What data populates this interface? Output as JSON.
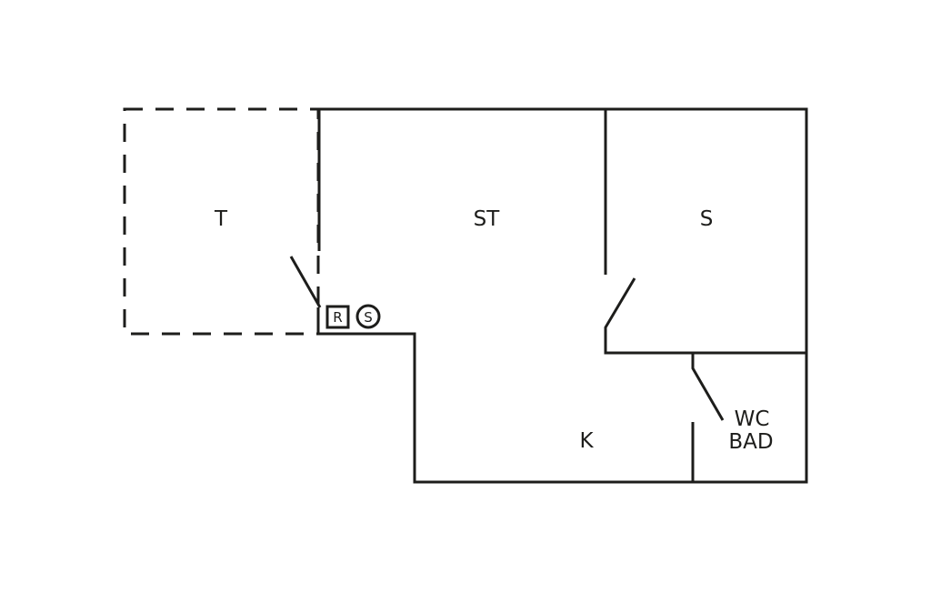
{
  "rooms": {
    "terrace": "T",
    "living": "ST",
    "bedroom": "S",
    "kitchen": "K",
    "bath_line1": "WC",
    "bath_line2": "BAD"
  },
  "symbols": {
    "r_box": "R",
    "s_circle": "S"
  }
}
